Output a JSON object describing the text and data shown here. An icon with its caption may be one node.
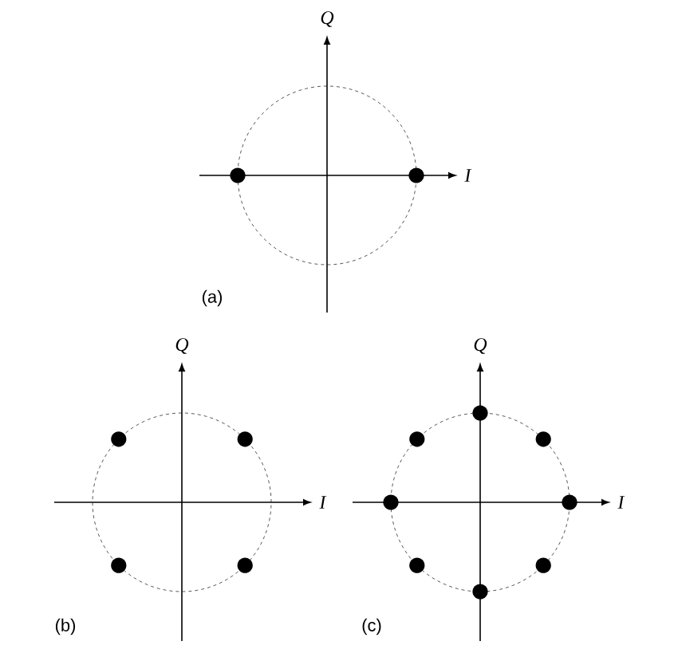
{
  "diagram": {
    "labels": [
      "Q",
      "I",
      "(a)",
      "Q",
      "I",
      "(b)",
      "Q",
      "I",
      "(c)"
    ]
  }
}
